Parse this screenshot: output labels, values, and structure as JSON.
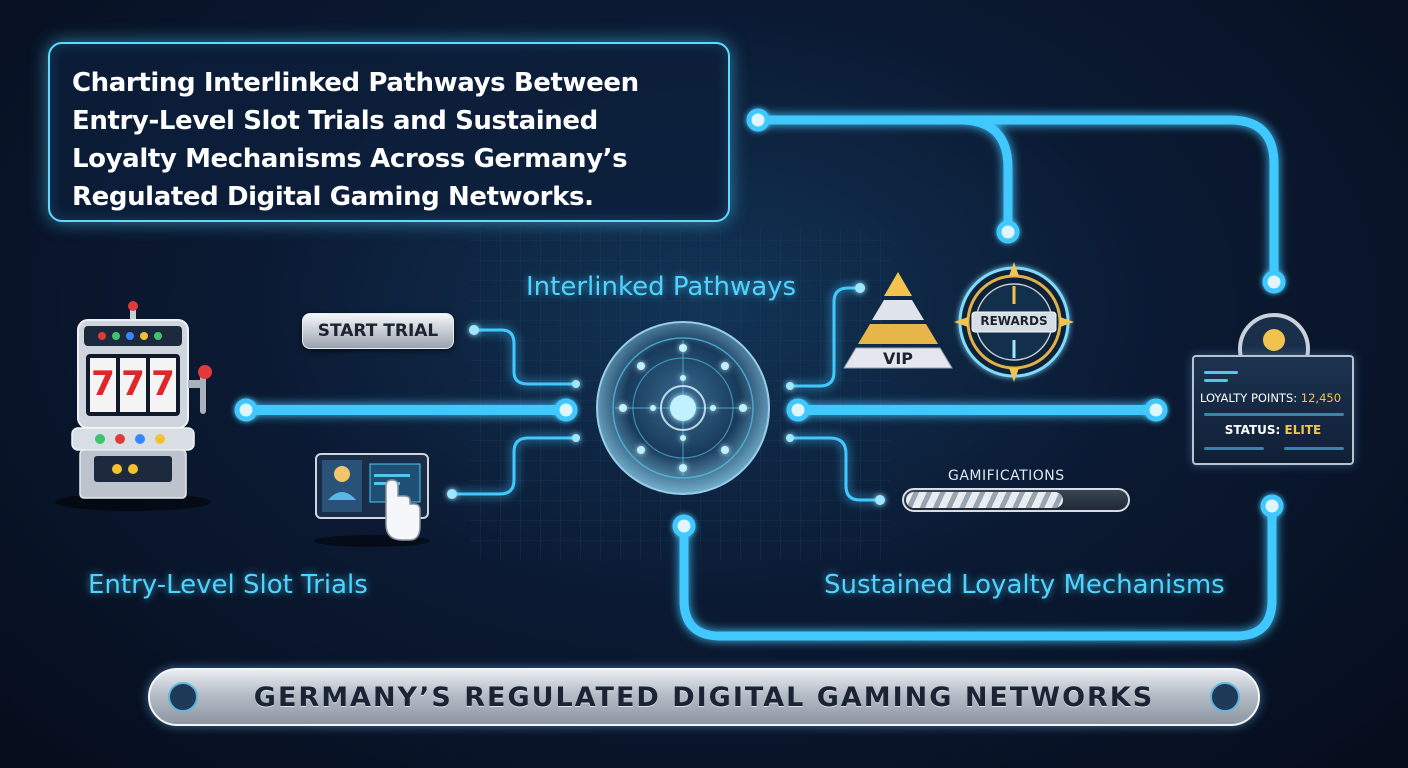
{
  "title": "Charting Interlinked Pathways Between Entry-Level Slot Trials and Sustained Loyalty Mechanisms Across Germany’s Regulated Digital Gaming Networks.",
  "hub_label": "Interlinked Pathways",
  "left_label": "Entry-Level Slot Trials",
  "right_label": "Sustained Loyalty Mechanisms",
  "start_button": "START TRIAL",
  "slot_reels": [
    "7",
    "7",
    "7"
  ],
  "vip_label": "VIP",
  "rewards_label": "REWARDS",
  "gamification_label": "GAMIFICATIONS",
  "gamification_progress": 0.72,
  "loyalty_card": {
    "points_label": "LOYALTY POINTS:",
    "points_value": "12,450",
    "status_label": "STATUS:",
    "status_value": "ELITE"
  },
  "footer_banner": "GERMANY’S REGULATED DIGITAL GAMING NETWORKS",
  "colors": {
    "accent": "#4fd3ff",
    "gold": "#f3c350",
    "background": "#0b1a33"
  },
  "icons": [
    "slot-machine-icon",
    "user-avatar-icon",
    "hand-pointer-icon",
    "vip-pyramid-icon",
    "rewards-compass-icon",
    "loyalty-avatar-icon",
    "hub-orb-icon"
  ]
}
